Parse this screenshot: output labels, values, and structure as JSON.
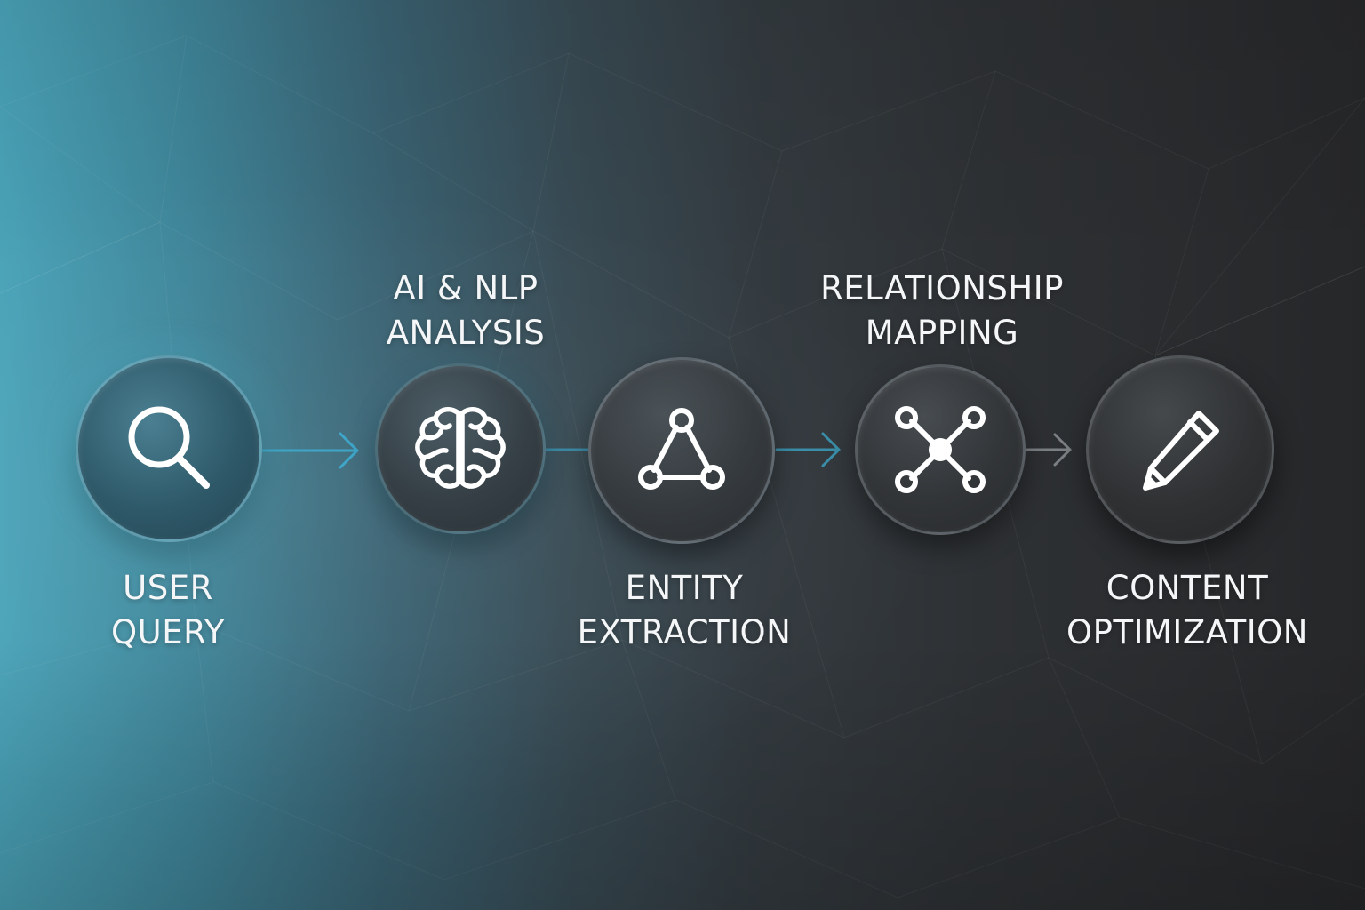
{
  "diagram": {
    "steps": [
      {
        "id": "user-query",
        "line1": "USER",
        "line2": "QUERY",
        "icon": "search-icon"
      },
      {
        "id": "ai-nlp-analysis",
        "line1": "AI & NLP",
        "line2": "ANALYSIS",
        "icon": "brain-icon"
      },
      {
        "id": "entity-extraction",
        "line1": "ENTITY",
        "line2": "EXTRACTION",
        "icon": "triangle-nodes-icon"
      },
      {
        "id": "relationship-mapping",
        "line1": "RELATIONSHIP",
        "line2": "MAPPING",
        "icon": "hub-network-icon"
      },
      {
        "id": "content-optimization",
        "line1": "CONTENT",
        "line2": "OPTIMIZATION",
        "icon": "pencil-icon"
      }
    ]
  },
  "colors": {
    "accent_teal": "#4aa3b8",
    "arrow_blue": "#3fa6c9",
    "arrow_gray": "#7c8084",
    "icon_white": "#ffffff",
    "text": "#f4f6f7"
  }
}
